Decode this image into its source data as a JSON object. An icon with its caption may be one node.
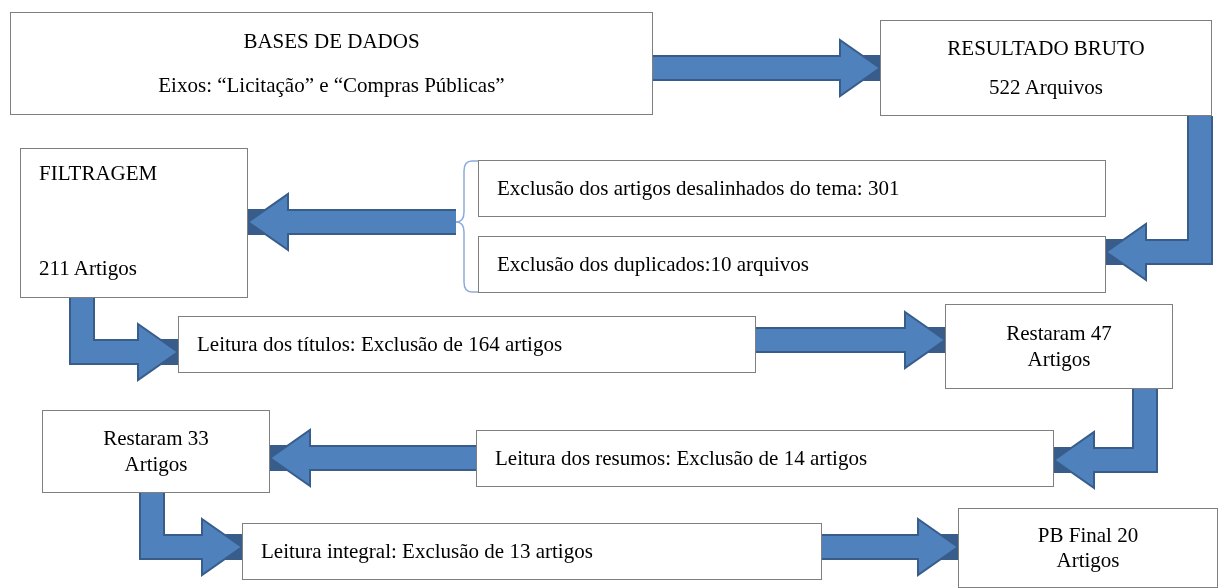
{
  "diagram": {
    "nodes": [
      {
        "text": [
          "BASES DE DADOS",
          "Eixos: “Licitação” e “Compras Públicas”"
        ]
      },
      {
        "text": [
          "RESULTADO BRUTO",
          "522 Arquivos"
        ]
      },
      {
        "text": [
          "FILTRAGEM",
          "211 Artigos"
        ]
      },
      {
        "text": [
          "Exclusão dos artigos desalinhados do tema: 301"
        ]
      },
      {
        "text": [
          "Exclusão dos duplicados:10 arquivos"
        ]
      },
      {
        "text": [
          "Leitura dos títulos: Exclusão de 164 artigos"
        ]
      },
      {
        "text": [
          "Restaram 47 Artigos"
        ]
      },
      {
        "text": [
          "Restaram 33 Artigos"
        ]
      },
      {
        "text": [
          "Leitura dos resumos: Exclusão de 14 artigos"
        ]
      },
      {
        "text": [
          "Leitura integral: Exclusão de 13 artigos"
        ]
      },
      {
        "text": [
          "PB Final 20 Artigos"
        ]
      }
    ],
    "edges": [
      {
        "from": 0,
        "to": 1,
        "arrow": "to"
      },
      {
        "from": 1,
        "to": 4,
        "arrow": "to"
      },
      {
        "from": 3,
        "to": 2,
        "arrow": "to"
      },
      {
        "from": 4,
        "to": 2,
        "arrow": "to"
      },
      {
        "from": 2,
        "to": 5,
        "arrow": "to"
      },
      {
        "from": 5,
        "to": 6,
        "arrow": "to"
      },
      {
        "from": 6,
        "to": 8,
        "arrow": "to"
      },
      {
        "from": 8,
        "to": 7,
        "arrow": "to"
      },
      {
        "from": 7,
        "to": 9,
        "arrow": "to"
      },
      {
        "from": 9,
        "to": 10,
        "arrow": "to"
      }
    ]
  }
}
